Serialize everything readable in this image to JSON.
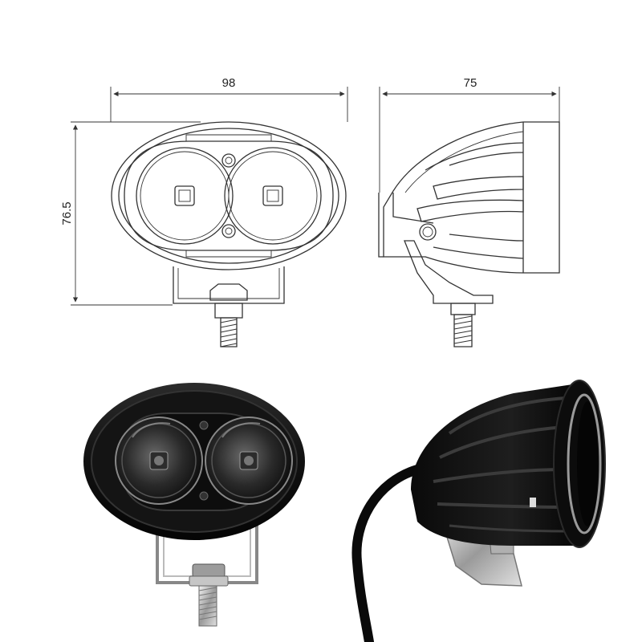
{
  "dimensions": {
    "width": "98",
    "height": "76.5",
    "depth": "75"
  },
  "colors": {
    "line": "#333333",
    "housing": "#111111",
    "bracket": "#c8c8c8"
  },
  "views": [
    {
      "id": "front-drawing-view",
      "icon": "led-work-light-front-drawing"
    },
    {
      "id": "side-drawing-view",
      "icon": "led-work-light-side-drawing"
    },
    {
      "id": "front-photo-view",
      "icon": "led-work-light-front-photo"
    },
    {
      "id": "side-photo-view",
      "icon": "led-work-light-side-photo"
    }
  ]
}
